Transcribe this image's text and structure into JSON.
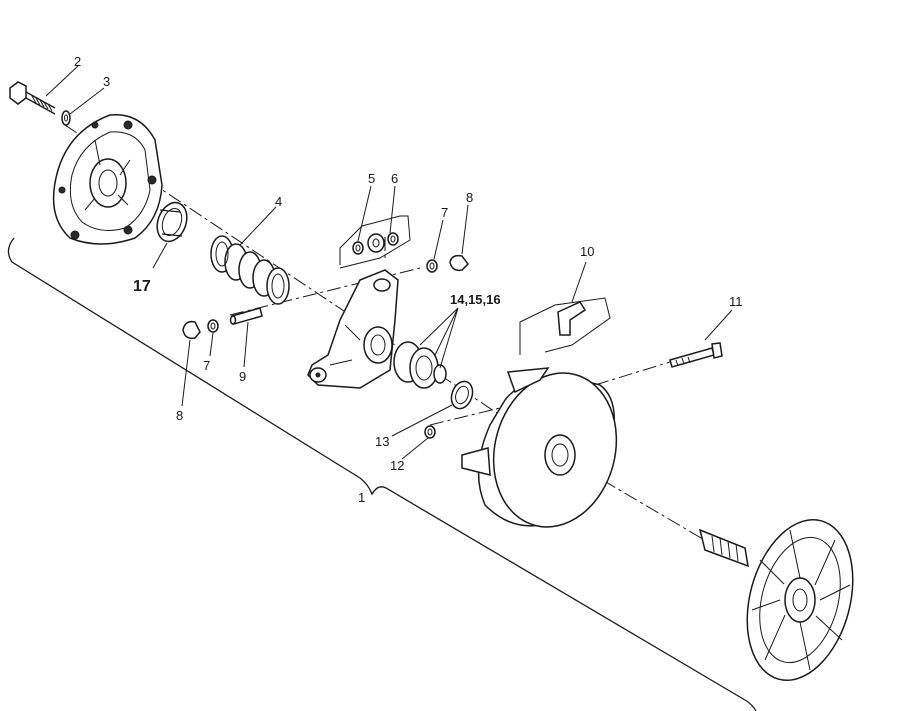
{
  "callouts": {
    "c1": "1",
    "c2": "2",
    "c3": "3",
    "c4": "4",
    "c5": "5",
    "c6": "6",
    "c7a": "7",
    "c7b": "7",
    "c8a": "8",
    "c8b": "8",
    "c9": "9",
    "c10": "10",
    "c11": "11",
    "c12": "12",
    "c13": "13",
    "c141516": "14,15,16",
    "c17": "17"
  },
  "colors": {
    "ink": "#1a1a1a",
    "paper": "#ffffff"
  }
}
